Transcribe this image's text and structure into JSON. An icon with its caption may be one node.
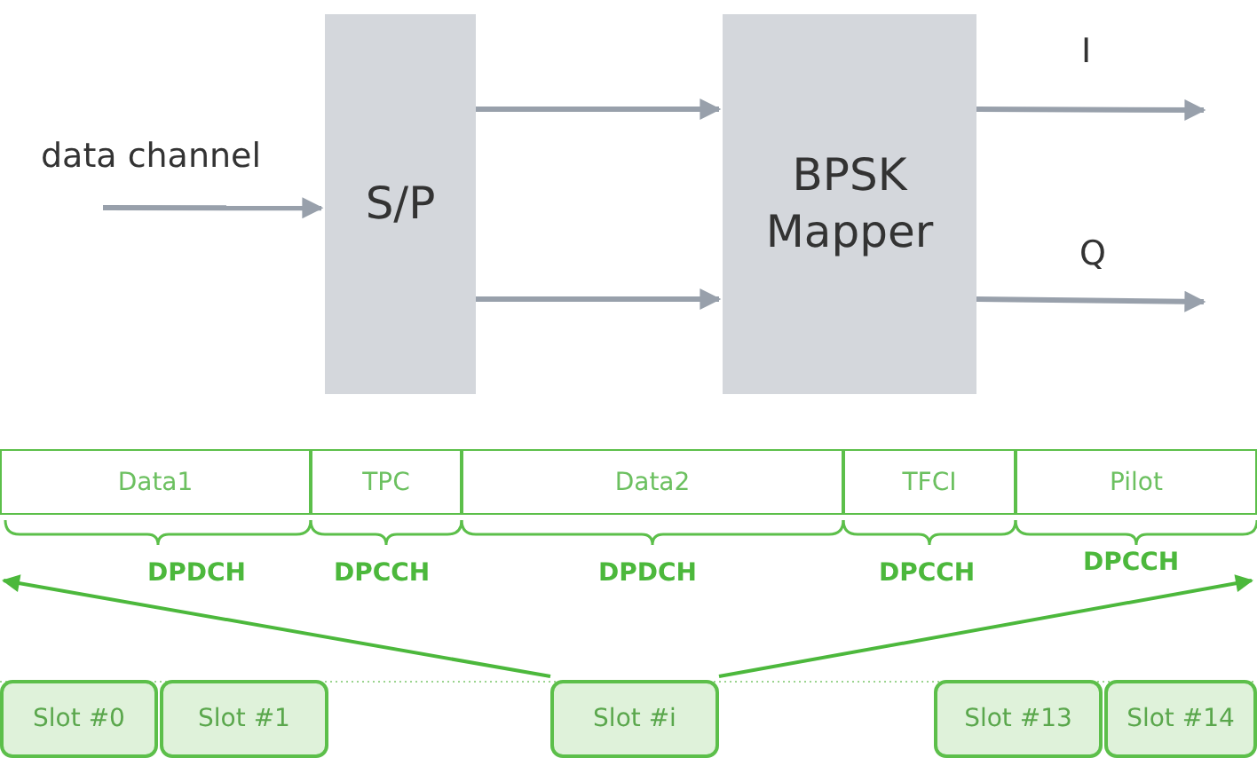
{
  "diagram": {
    "nodes": [
      {
        "text": [
          "data channel"
        ]
      },
      {
        "text": [
          "S/P"
        ]
      },
      {
        "text": [
          "BPSK Mapper"
        ]
      },
      {
        "text": [
          "Data1"
        ]
      },
      {
        "text": [
          "TPC"
        ]
      },
      {
        "text": [
          "Data2"
        ]
      },
      {
        "text": [
          "TFCI"
        ]
      },
      {
        "text": [
          "Pilot"
        ]
      },
      {
        "text": [
          "Slot #0"
        ]
      },
      {
        "text": [
          "Slot #1"
        ]
      },
      {
        "text": [
          "Slot #i"
        ]
      },
      {
        "text": [
          "Slot #13"
        ]
      },
      {
        "text": [
          "Slot #14"
        ]
      }
    ],
    "edges": [
      {
        "from": 0,
        "to": 1,
        "arrow": "to"
      },
      {
        "from": 1,
        "to": 2,
        "arrow": "to"
      },
      {
        "from": 1,
        "to": 2,
        "arrow": "to"
      },
      {
        "from": 2,
        "to": null,
        "arrow": "to",
        "label": "I"
      },
      {
        "from": 2,
        "to": null,
        "arrow": "to",
        "label": "Q"
      },
      {
        "from": 10,
        "to": null,
        "arrow": "to",
        "color": "#4cb83c"
      },
      {
        "from": 10,
        "to": null,
        "arrow": "to",
        "color": "#4cb83c"
      }
    ],
    "labels": [
      "DPDCH",
      "DPCCH",
      "DPDCH",
      "DPCCH",
      "DPCCH"
    ]
  }
}
